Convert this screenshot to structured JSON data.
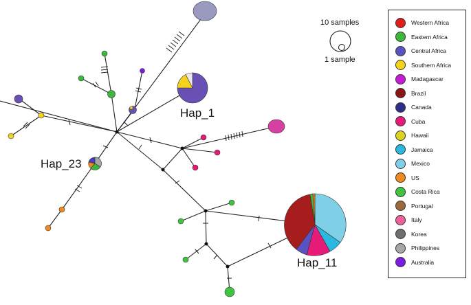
{
  "haplotype_labels": {
    "hap1": "Hap_1",
    "hap23": "Hap_23",
    "hap11": "Hap_11"
  },
  "scale": {
    "large": "10 samples",
    "small": "1 sample"
  },
  "legend": [
    {
      "label": "Western Africa",
      "color": "#e01d1d"
    },
    {
      "label": "Eastern Africa",
      "color": "#3cb83c"
    },
    {
      "label": "Central Africa",
      "color": "#5b52c2"
    },
    {
      "label": "Southern Africa",
      "color": "#f5d21b"
    },
    {
      "label": "Madagascar",
      "color": "#c81bd8"
    },
    {
      "label": "Brazil",
      "color": "#8b1616"
    },
    {
      "label": "Canada",
      "color": "#2e2e8a"
    },
    {
      "label": "Cuba",
      "color": "#e61b78"
    },
    {
      "label": "Hawaii",
      "color": "#dcd41e"
    },
    {
      "label": "Jamaica",
      "color": "#2ab8e0"
    },
    {
      "label": "Mexico",
      "color": "#7fcfe6"
    },
    {
      "label": "US",
      "color": "#f08a1e"
    },
    {
      "label": "Costa Rica",
      "color": "#3ec43e"
    },
    {
      "label": "Portugal",
      "color": "#9a6a3a"
    },
    {
      "label": "Italy",
      "color": "#ef5f9a"
    },
    {
      "label": "Korea",
      "color": "#6e6e6e"
    },
    {
      "label": "Philippines",
      "color": "#a7a7a7"
    },
    {
      "label": "Australia",
      "color": "#7a1be0"
    }
  ]
}
